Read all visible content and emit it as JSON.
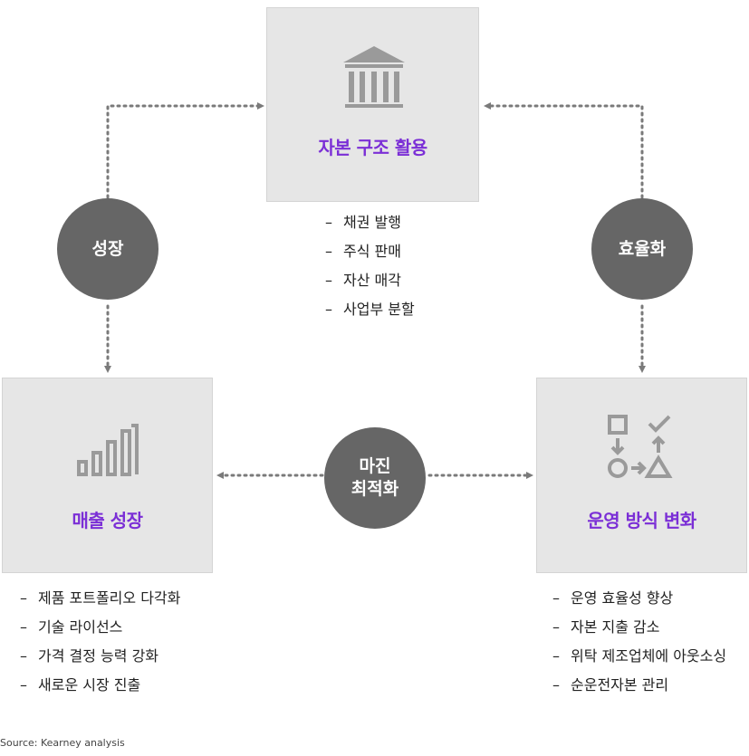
{
  "colors": {
    "accent": "#7b2fd6",
    "box": "#e6e6e6",
    "circle": "#666666",
    "icon": "#9a9a9a",
    "connector": "#7a7a7a"
  },
  "capital": {
    "title": "자본 구조 활용",
    "icon": "bank-building-icon",
    "bullets": [
      "채권 발행",
      "주식 판매",
      "자산 매각",
      "사업부 분할"
    ]
  },
  "revenue": {
    "title": "매출 성장",
    "icon": "bar-chart-icon",
    "bullets": [
      "제품 포트폴리오 다각화",
      "기술 라이선스",
      "가격 결정 능력 강화",
      "새로운 시장 진출"
    ]
  },
  "operations": {
    "title": "운영 방식 변화",
    "icon": "process-shapes-icon",
    "bullets": [
      "운영 효율성 향상",
      "자본 지출 감소",
      "위탁 제조업체에 아웃소싱",
      "순운전자본 관리"
    ]
  },
  "connectors": {
    "growth": "성장",
    "efficiency": "효율화",
    "margin_line1": "마진",
    "margin_line2": "최적화"
  },
  "bullet_dash": "–",
  "source": "Source: Kearney analysis"
}
